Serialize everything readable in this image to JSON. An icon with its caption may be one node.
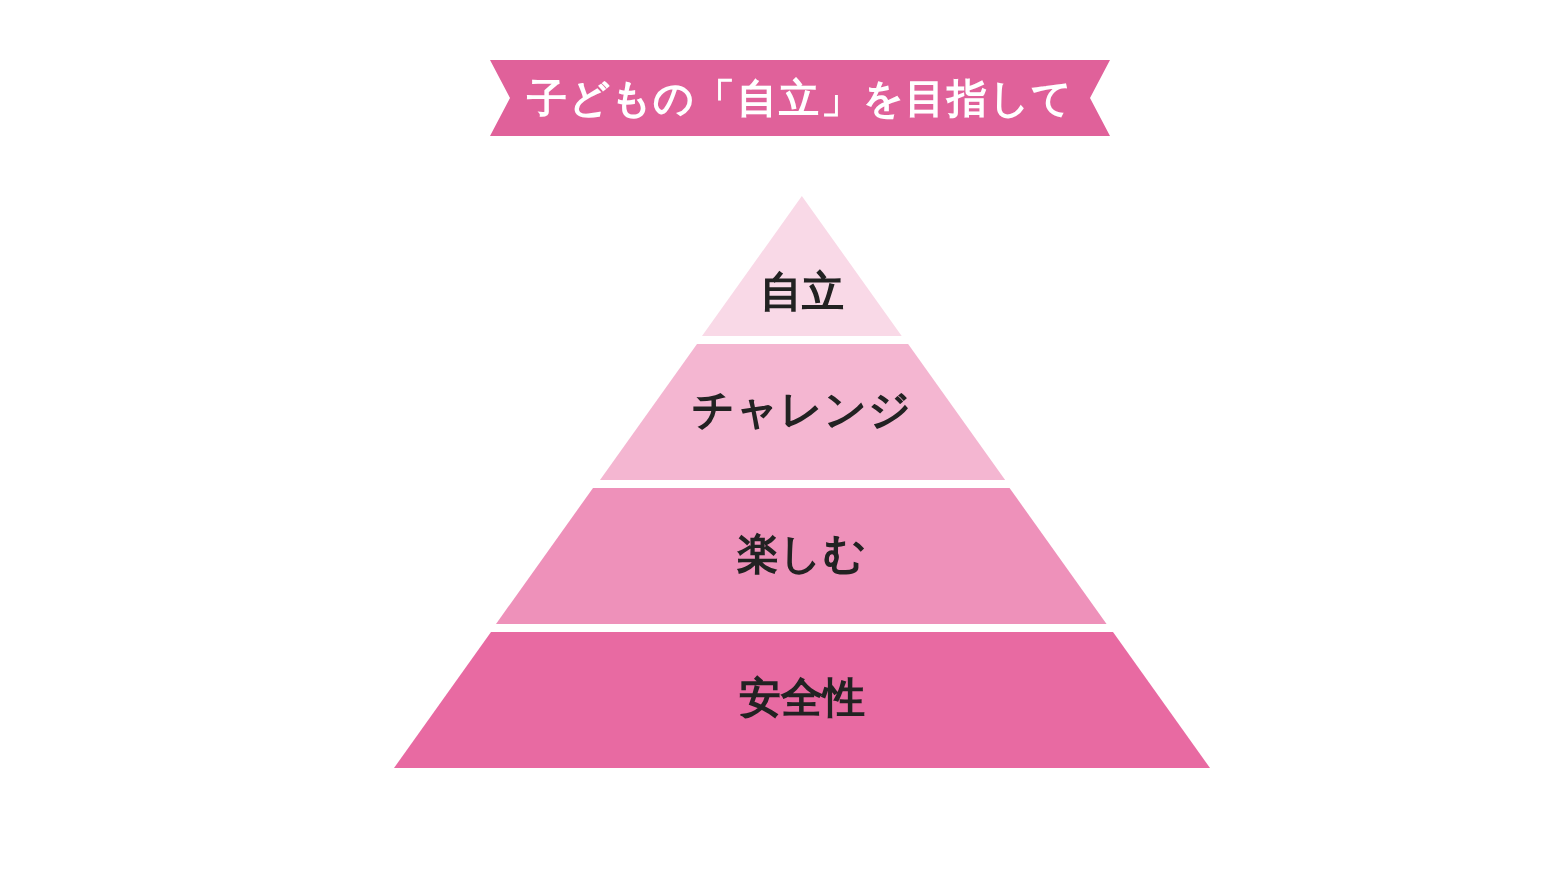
{
  "diagram": {
    "title": "子どもの「自立」を目指して",
    "nodes": [
      {
        "text": [
          "自立"
        ]
      },
      {
        "text": [
          "チャレンジ"
        ]
      },
      {
        "text": [
          "楽しむ"
        ]
      },
      {
        "text": [
          "安全性"
        ]
      }
    ]
  }
}
